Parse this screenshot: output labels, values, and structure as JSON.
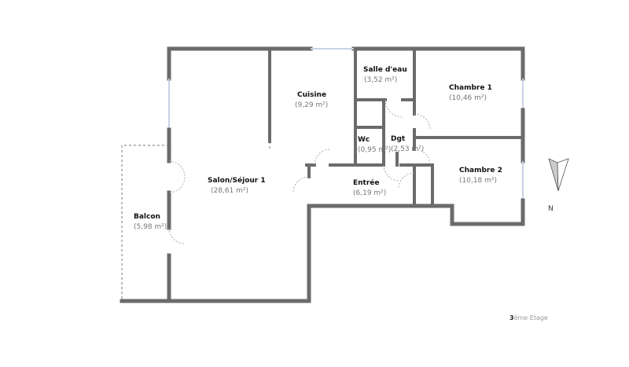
{
  "rooms": [
    {
      "name": "Salon/Séjour 1",
      "area": "(28,61 m²)"
    },
    {
      "name": "Cuisine",
      "area": "(9,29 m²)"
    },
    {
      "name": "Salle d'eau",
      "area": "(3,52 m²)"
    },
    {
      "name": "Chambre 1",
      "area": "(10,46 m²)"
    },
    {
      "name": "Wc",
      "area": "(0,95 m²)"
    },
    {
      "name": "Dgt",
      "area": "(2,53 m²)"
    },
    {
      "name": "Chambre 2",
      "area": "(10,18 m²)"
    },
    {
      "name": "Entrée",
      "area": "(6,19 m²)"
    },
    {
      "name": "Balcon",
      "area": "(5,98 m²)"
    }
  ],
  "compass": {
    "label": "N",
    "icon": "north-arrow-icon"
  },
  "floor_label": {
    "bold": "3",
    "rest": "ème Etage"
  },
  "colors": {
    "wall": "#6b6b6b",
    "window": "#c9d3e6"
  }
}
